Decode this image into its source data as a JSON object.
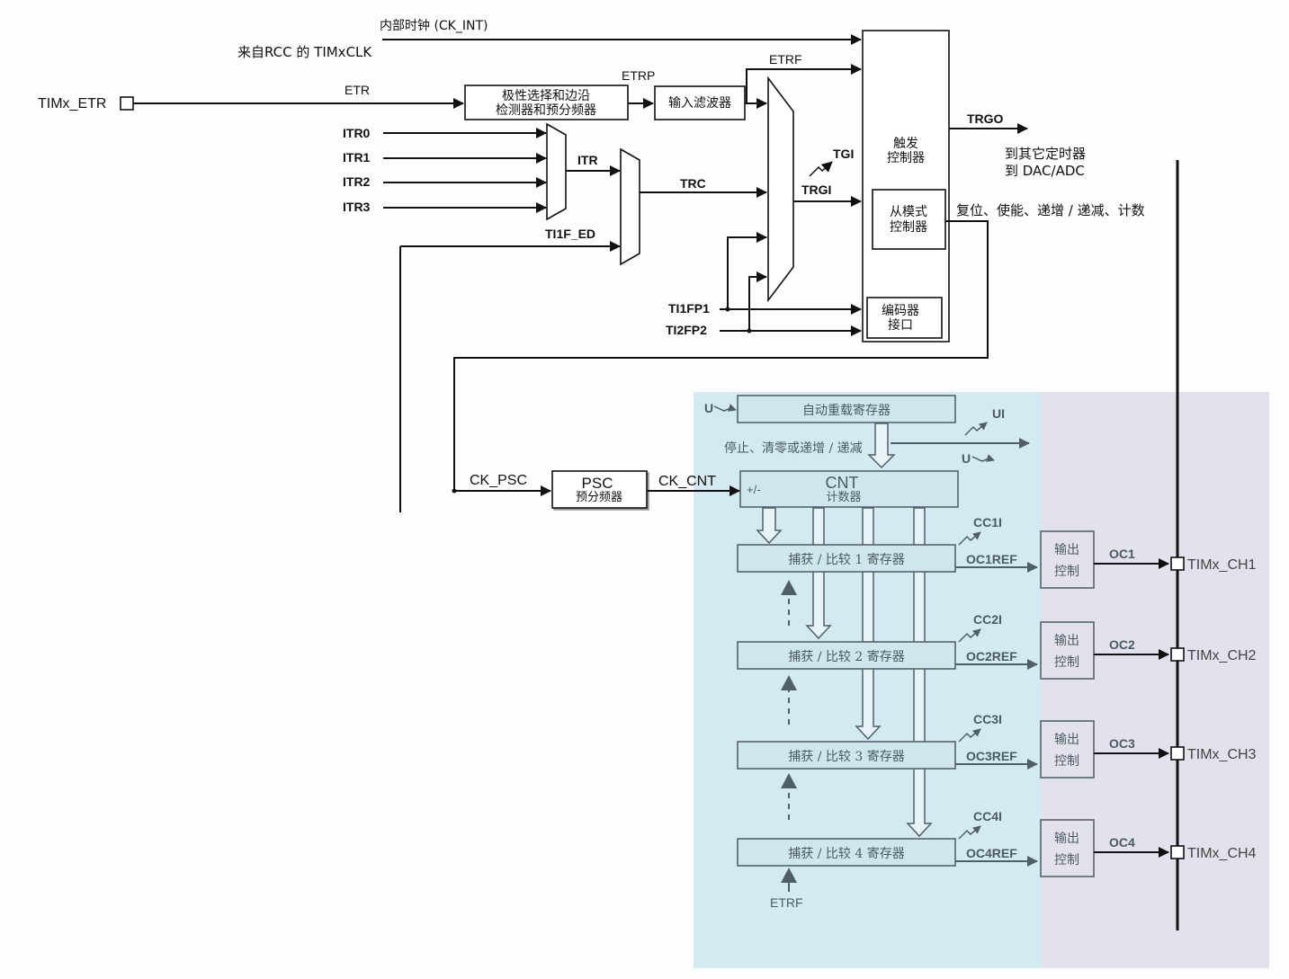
{
  "colors": {
    "blue_region": "#d3eaf2",
    "purple_region": "#e3e1ec",
    "line_black": "#111111",
    "line_gray": "#4f5f68"
  },
  "top": {
    "ck_int_label": "内部时钟 (CK_INT)",
    "rcc_label": "来自RCC 的 TIMxCLK",
    "etr_pin": "TIMx_ETR",
    "etr": "ETR",
    "etrp": "ETRP",
    "etrf": "ETRF",
    "polarity_line1": "极性选择和边沿",
    "polarity_line2": "检测器和预分频器",
    "input_filter": "输入滤波器",
    "itr0": "ITR0",
    "itr1": "ITR1",
    "itr2": "ITR2",
    "itr3": "ITR3",
    "itr": "ITR",
    "ti1f_ed": "TI1F_ED",
    "trc": "TRC",
    "tgi": "TGI",
    "trgi": "TRGI",
    "ti1fp1": "TI1FP1",
    "ti2fp2": "TI2FP2",
    "trigger_line1": "触发",
    "trigger_line2": "控制器",
    "slave_line1": "从模式",
    "slave_line2": "控制器",
    "encoder_line1": "编码器",
    "encoder_line2": "接口",
    "trgo": "TRGO",
    "trgo_dest1": "到其它定时器",
    "trgo_dest2": "到 DAC/ADC",
    "slave_actions": "复位、使能、递增 / 递减、计数"
  },
  "counter": {
    "ck_psc": "CK_PSC",
    "psc": "PSC",
    "psc_sub": "预分频器",
    "ck_cnt": "CK_CNT",
    "arr": "自动重载寄存器",
    "u_in": "U",
    "ui": "UI",
    "u_out": "U",
    "ctrl_text": "停止、清零或递增 / 递减",
    "cnt": "CNT",
    "cnt_sub": "计数器",
    "plusminus": "+/-",
    "etrf_bottom": "ETRF"
  },
  "channels": [
    {
      "reg": "捕获 / 比较 1 寄存器",
      "cci": "CC1I",
      "ocref": "OC1REF",
      "out_line1": "输出",
      "out_line2": "控制",
      "oc": "OC1",
      "pin": "TIMx_CH1"
    },
    {
      "reg": "捕获 / 比较 2 寄存器",
      "cci": "CC2I",
      "ocref": "OC2REF",
      "out_line1": "输出",
      "out_line2": "控制",
      "oc": "OC2",
      "pin": "TIMx_CH2"
    },
    {
      "reg": "捕获 / 比较 3 寄存器",
      "cci": "CC3I",
      "ocref": "OC3REF",
      "out_line1": "输出",
      "out_line2": "控制",
      "oc": "OC3",
      "pin": "TIMx_CH3"
    },
    {
      "reg": "捕获 / 比较 4 寄存器",
      "cci": "CC4I",
      "ocref": "OC4REF",
      "out_line1": "输出",
      "out_line2": "控制",
      "oc": "OC4",
      "pin": "TIMx_CH4"
    }
  ]
}
